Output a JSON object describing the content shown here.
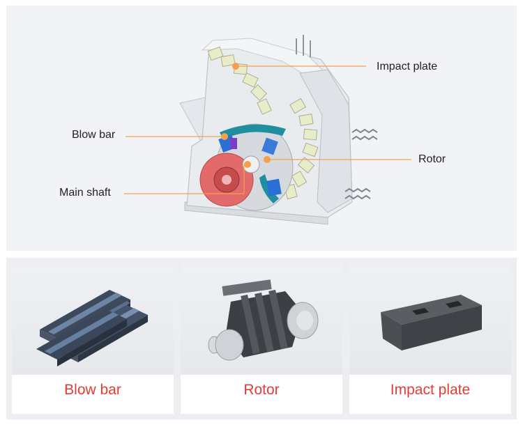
{
  "diagram": {
    "callouts": [
      {
        "id": "impact-plate",
        "label": "Impact plate"
      },
      {
        "id": "blow-bar",
        "label": "Blow bar"
      },
      {
        "id": "rotor",
        "label": "Rotor"
      },
      {
        "id": "main-shaft",
        "label": "Main shaft"
      }
    ],
    "accent_color": "#f5a04a",
    "liner_color": "#e8ecc9",
    "shaft_color": "#e26a6a"
  },
  "parts": [
    {
      "label": "Blow bar",
      "image": "blow-bars-stack"
    },
    {
      "label": "Rotor",
      "image": "rotor-assembly"
    },
    {
      "label": "Impact plate",
      "image": "impact-plate-block"
    }
  ],
  "label_color": "#e63b36"
}
